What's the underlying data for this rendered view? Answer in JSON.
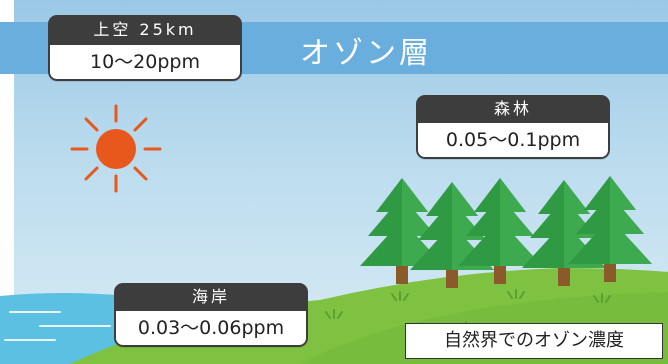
{
  "ozone_layer": {
    "label": "オゾン層"
  },
  "sky_altitude": {
    "title": "上空 25km",
    "value": "10〜20ppm"
  },
  "forest": {
    "title": "森林",
    "value": "0.05〜0.1ppm"
  },
  "coast": {
    "title": "海岸",
    "value": "0.03〜0.06ppm"
  },
  "caption": "自然界でのオゾン濃度",
  "colors": {
    "sky": "#bcdcee",
    "ozone_band": "#6aaedd",
    "sun": "#e8581c",
    "grass": "#7fc241",
    "tree": "#2f9a43",
    "trunk": "#8a5a2b",
    "sea": "#4bb3d9",
    "label_header": "#3d3d3d"
  },
  "icons": [
    "sun-icon",
    "tree-icon",
    "sea-wave",
    "grass-tuft"
  ]
}
